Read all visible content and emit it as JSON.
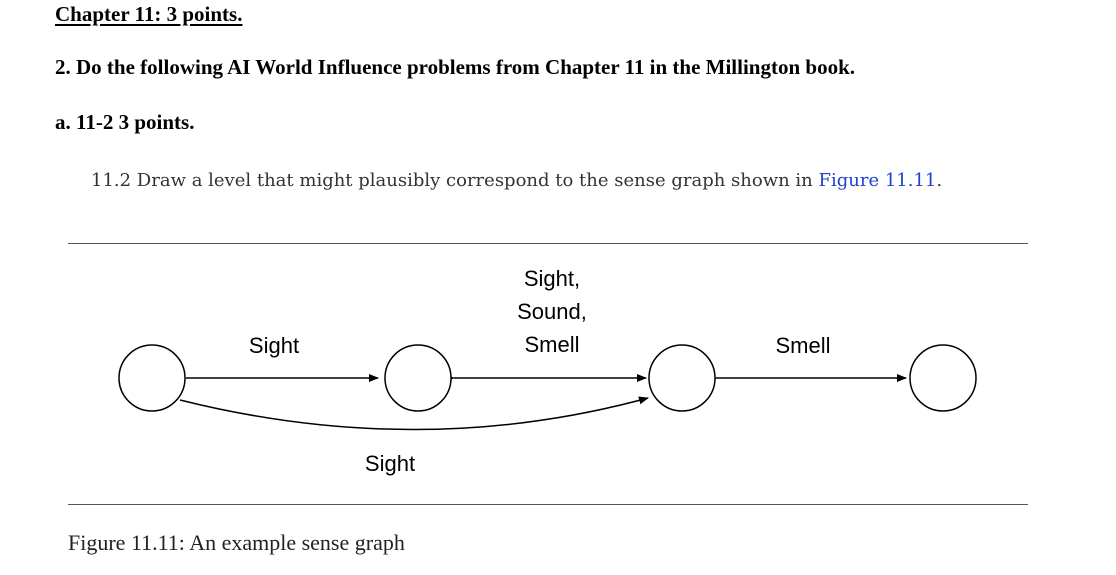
{
  "headings": {
    "chapter": "Chapter 11: 3 points.",
    "problem": "2. Do the following  AI World Influence problems from Chapter 11 in the Millington book.",
    "sub": "a. 11-2 3 points."
  },
  "exercise": {
    "text": "11.2  Draw a level that might plausibly correspond to the sense graph shown in ",
    "figure_ref": "Figure 11.11",
    "end": "."
  },
  "graph": {
    "edge_labels": {
      "sight_top": "Sight",
      "multi_line1": "Sight,",
      "multi_line2": "Sound,",
      "multi_line3": "Smell",
      "smell": "Smell",
      "sight_bottom": "Sight"
    }
  },
  "caption": "Figure 11.11: An example sense graph"
}
